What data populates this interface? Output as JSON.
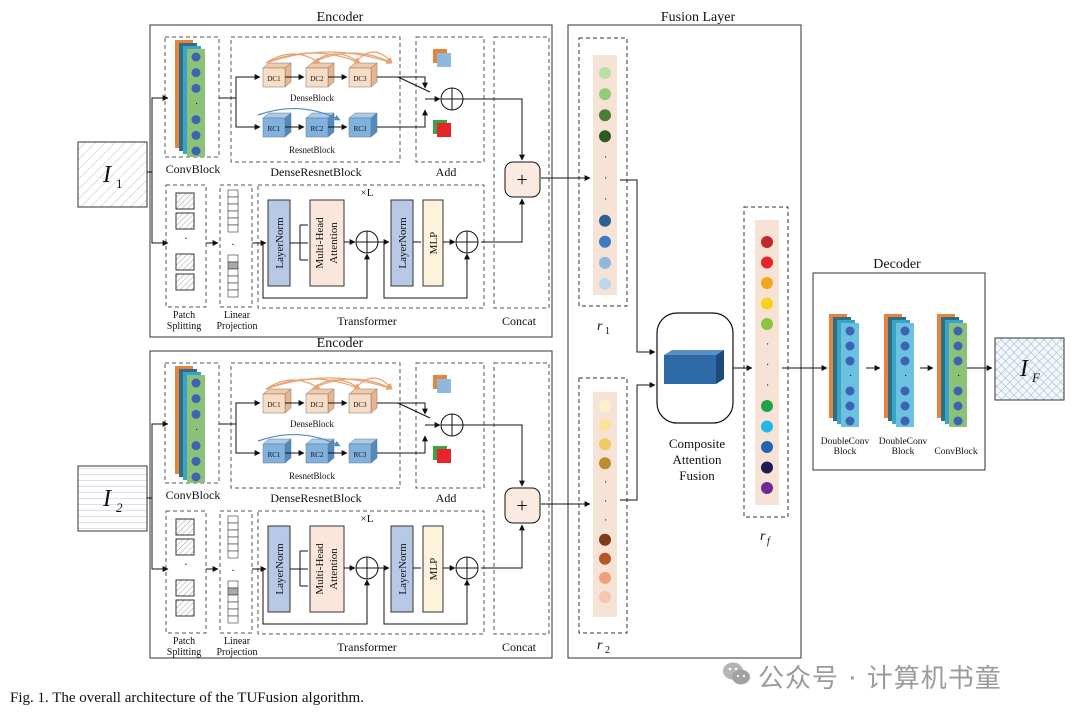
{
  "labels": {
    "encoder": "Encoder",
    "fusion_layer": "Fusion Layer",
    "decoder": "Decoder",
    "convblock": "ConvBlock",
    "denseresnetblock": "DenseResnetBlock",
    "add": "Add",
    "denseblock": "DenseBlock",
    "resnetblock": "ResnetBlock",
    "concat": "Concat",
    "patch_line1": "Patch",
    "patch_line2": "Splitting",
    "linear_line1": "Linear",
    "linear_line2": "Projection",
    "transformer": "Transformer",
    "times_l": "×L",
    "layernorm": "LayerNorm",
    "mha_line1": "Multi-Head",
    "mha_line2": "Attention",
    "mlp": "MLP",
    "plus": "+",
    "caf_line1": "Composite",
    "caf_line2": "Attention",
    "caf_line3": "Fusion",
    "doubleconv_line1": "DoubleConv",
    "doubleconv_line2": "Block",
    "dots": "·",
    "dc1": "DC1",
    "dc2": "DC2",
    "dc3": "DC3",
    "rc1": "RC1",
    "rc2": "RC2",
    "rc3": "RC3",
    "r1_main": "r",
    "r1_sub": "1",
    "r2_main": "r",
    "r2_sub": "2",
    "rf_main": "r",
    "rf_sub": "f",
    "i1_main": "I",
    "i1_sub": "1",
    "i2_main": "I",
    "i2_sub": "2",
    "if_main": "I",
    "if_sub": "F"
  },
  "caption": "Fig. 1.   The overall architecture of the TUFusion algorithm.",
  "watermark": "公众号 · 计算机书童",
  "colors": {
    "r1": [
      "#b7dfa3",
      "#92cc7a",
      "#4c7d37",
      "#2b5a22",
      "#2d5f94",
      "#3d7cc4",
      "#8fb8dc",
      "#bdd7ee"
    ],
    "r2": [
      "#fdf1cc",
      "#fbe39a",
      "#eccb63",
      "#b98f2e",
      "#7b3e17",
      "#b4552a",
      "#eda07a",
      "#f4c6ad"
    ],
    "rf": [
      "#c1272d",
      "#e8232a",
      "#f3a61b",
      "#f7d11d",
      "#8cc43f",
      "#1fa34a",
      "#23b6e6",
      "#1f65b0",
      "#1d1a55",
      "#6d2b96"
    ],
    "block_bg": "#e8d5c8"
  }
}
